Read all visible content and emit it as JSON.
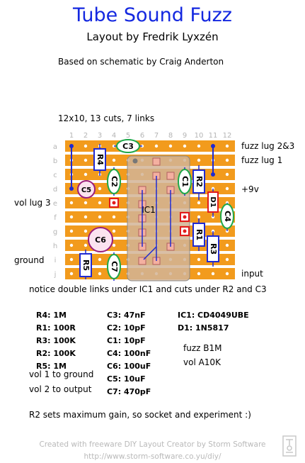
{
  "header": {
    "title": "Tube Sound Fuzz",
    "subtitle": "Layout by Fredrik Lyxzén",
    "credit": "Based on schematic by Craig Anderton",
    "board_info": "12x10, 13 cuts, 7 links"
  },
  "board": {
    "columns": [
      "1",
      "2",
      "3",
      "4",
      "5",
      "6",
      "7",
      "8",
      "9",
      "10",
      "11",
      "12"
    ],
    "rows": [
      "a",
      "b",
      "c",
      "d",
      "e",
      "f",
      "g",
      "h",
      "i",
      "j"
    ],
    "ic_label": "IC1",
    "components": {
      "R1": "R1",
      "R2": "R2",
      "R3": "R3",
      "R4": "R4",
      "R5": "R5",
      "C1": "C1",
      "C2": "C2",
      "C3": "C3",
      "C4": "C4",
      "C5": "C5",
      "C6": "C6",
      "C7": "C7",
      "D1": "D1"
    },
    "colors": {
      "strip": "#f29b1d",
      "strip_light": "#f7d7a6",
      "ic": "#d2b497",
      "resistor": "#1f2ad1",
      "cap_green": "#1ea84a",
      "cap_purple": "#9b1e7b",
      "link": "#1f2ad1",
      "cut": "#e21b1b"
    }
  },
  "labels": {
    "fuzz_lug_23": "fuzz lug 2&3",
    "fuzz_lug_1": "fuzz lug 1",
    "plus9v": "+9v",
    "vol_lug_3": "vol lug 3",
    "ground": "ground",
    "input": "input"
  },
  "notice": "notice double links under IC1 and cuts under R2 and C3",
  "parts": {
    "resistors": [
      "R4: 1M",
      "R1: 100R",
      "R3: 100K",
      "R2: 100K",
      "R5: 1M"
    ],
    "capacitors": [
      "C3: 47nF",
      "C2: 10pF",
      "C1: 10pF",
      "C4: 100nF",
      "C6: 100uF",
      "C5: 10uF",
      "C7: 470pF"
    ],
    "semis": [
      "IC1: CD4049UBE",
      "D1: 1N5817"
    ],
    "pots": [
      "fuzz B1M",
      "vol A10K"
    ]
  },
  "volume_notes": [
    "vol 1 to ground",
    "vol 2 to output"
  ],
  "gain_note": "R2 sets maximum gain, so socket and experiment :)",
  "footer": {
    "line1": "Created with freeware DIY Layout Creator by Storm Software",
    "line2": "http://www.storm-software.co.yu/diy/"
  }
}
